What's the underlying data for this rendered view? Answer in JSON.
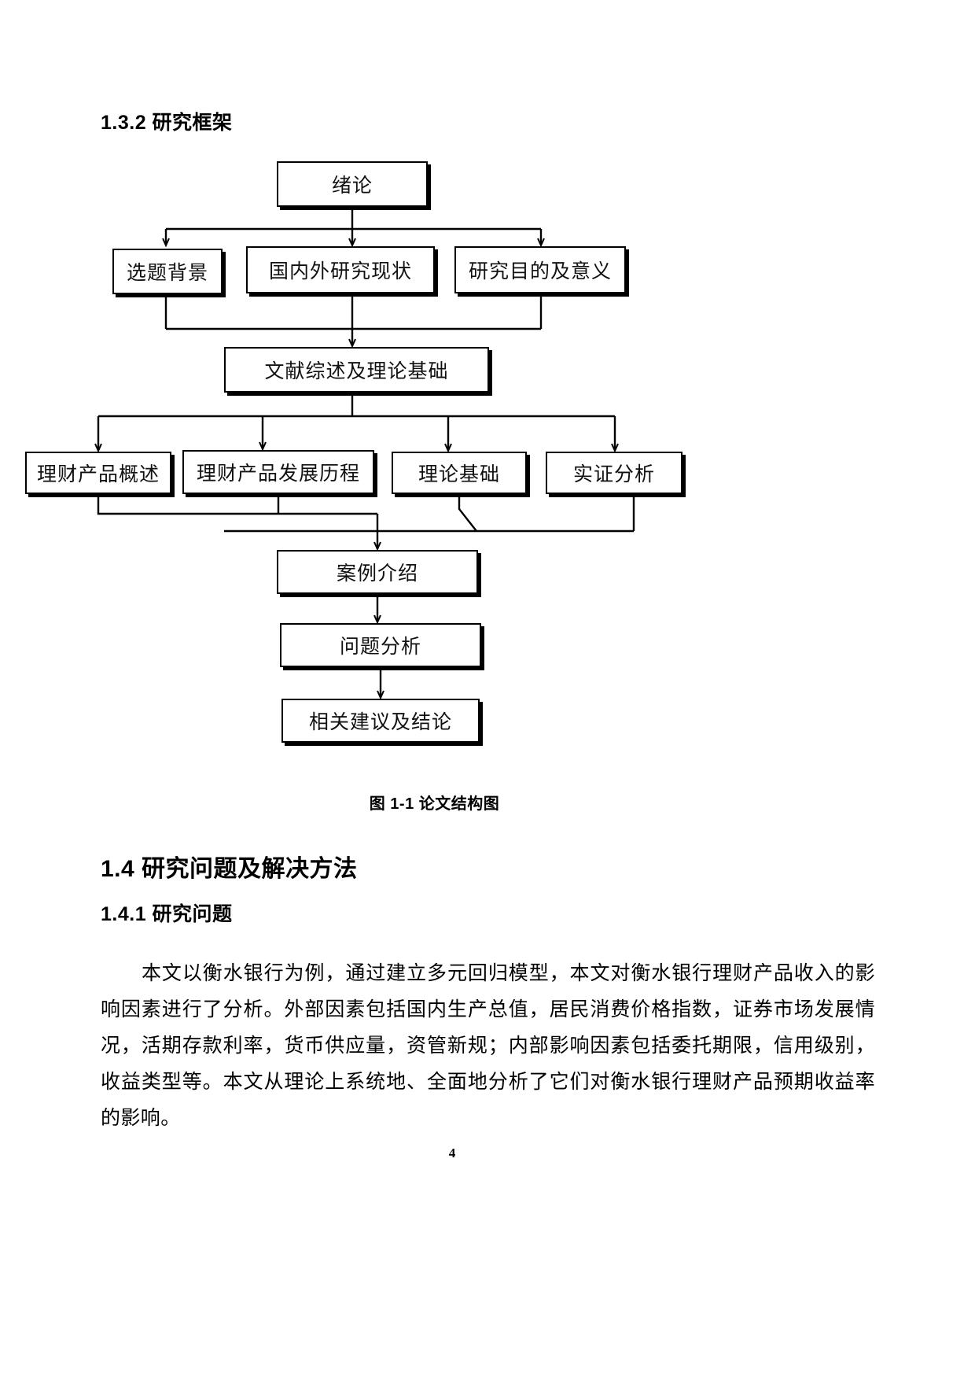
{
  "document": {
    "page_number": "4"
  },
  "headings": {
    "section_132": "1.3.2 研究框架",
    "section_14": "1.4 研究问题及解决方法",
    "section_141": "1.4.1 研究问题"
  },
  "figure": {
    "caption": "图 1-1 论文结构图",
    "nodes": {
      "xulun": "绪论",
      "xuantibeijing": "选题背景",
      "guoneiwai": "国内外研究现状",
      "yanjiumudi": "研究目的及意义",
      "wenxian": "文献综述及理论基础",
      "licaigaishu": "理财产品概述",
      "fazhanlicheng": "理财产品发展历程",
      "lilunjichu": "理论基础",
      "shizhengfenxi": "实证分析",
      "anliejieshao": "案例介绍",
      "wentifenxi": "问题分析",
      "xiangguanjianyi": "相关建议及结论"
    }
  },
  "body": {
    "paragraph_141": "本文以衡水银行为例，通过建立多元回归模型，本文对衡水银行理财产品收入的影响因素进行了分析。外部因素包括国内生产总值，居民消费价格指数，证券市场发展情况，活期存款利率，货币供应量，资管新规；内部影响因素包括委托期限，信用级别，收益类型等。本文从理论上系统地、全面地分析了它们对衡水银行理财产品预期收益率的影响。"
  },
  "colors": {
    "text": "#000000",
    "page_background": "#ffffff",
    "node_border": "#000000"
  }
}
